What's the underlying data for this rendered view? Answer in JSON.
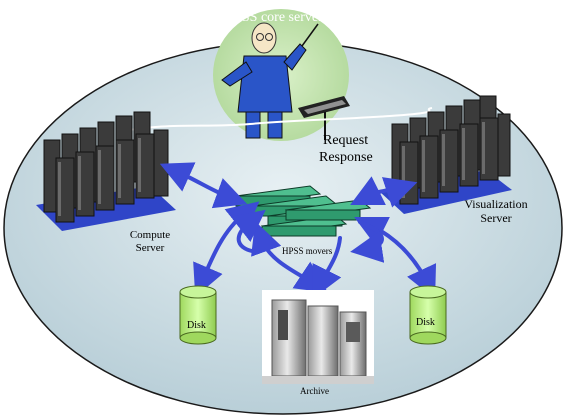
{
  "diagram": {
    "title": "HPSS core servers",
    "labels": {
      "request": "Request",
      "response": "Response",
      "compute_line1": "Compute",
      "compute_line2": "Server",
      "visualization_line1": "Visualization",
      "visualization_line2": "Server",
      "movers": "HPSS movers",
      "disk_left": "Disk",
      "disk_right": "Disk",
      "archive": "Archive"
    },
    "colors": {
      "background_ellipse": "#cfe0e6",
      "core_glow": "#c7e6b5",
      "arrow": "#3c4bd6",
      "disk": "#bff08a",
      "mover": "#2f9a6e",
      "server": "#3b3b3b",
      "server_base": "#2f45c8",
      "title_text": "#ffffff"
    },
    "icons": [
      "conductor-figure",
      "compute-server-rack-icon",
      "visualization-server-rack-icon",
      "mover-stack-icon",
      "disk-cylinder-icon",
      "archive-tape-library-icon"
    ]
  }
}
